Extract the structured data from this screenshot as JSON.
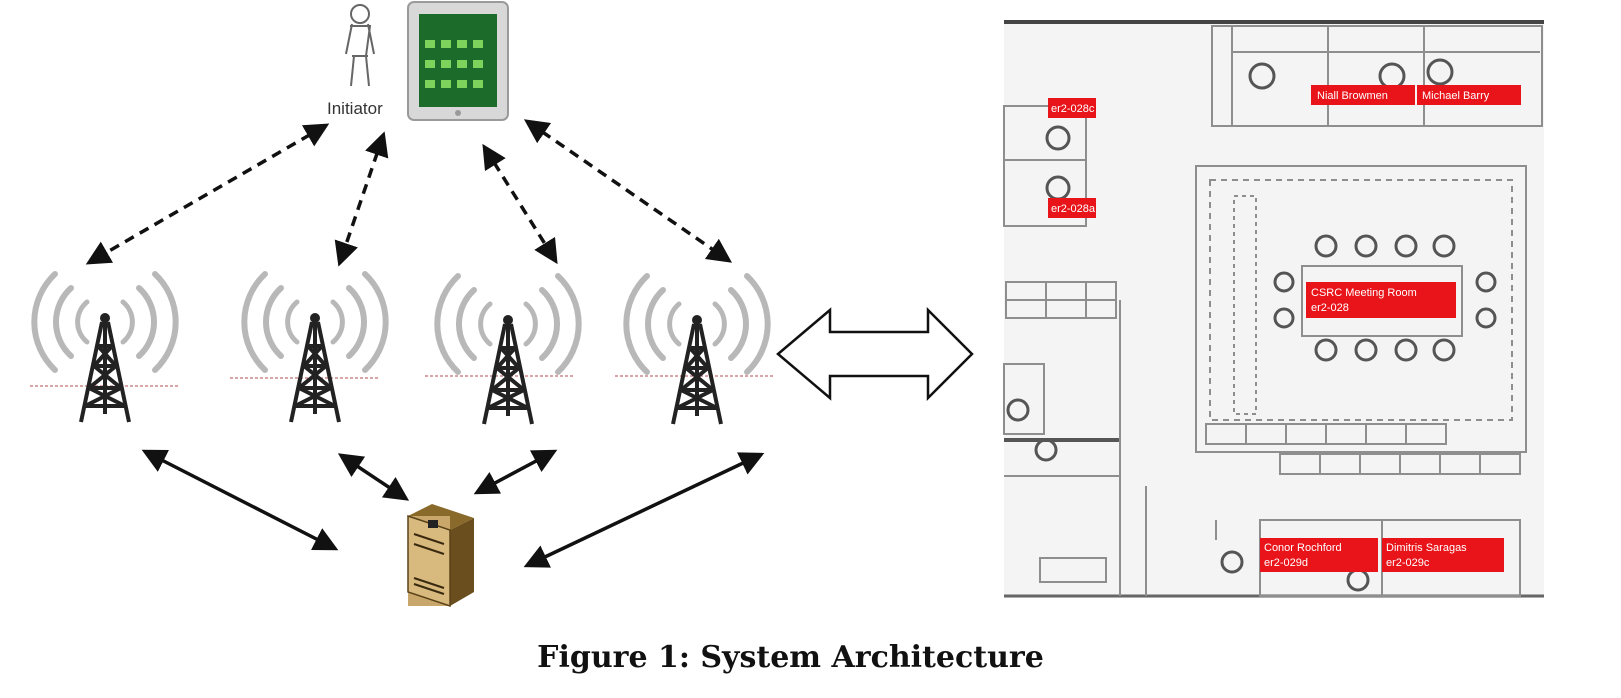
{
  "initiator_label": "Initiator",
  "caption": "Figure 1: System Architecture",
  "room_labels": [
    {
      "id": "niall",
      "text": "Niall Browmen"
    },
    {
      "id": "michael",
      "text": "Michael Barry"
    },
    {
      "id": "er2028c",
      "text": "er2-028c"
    },
    {
      "id": "er2028a",
      "text": "er2-028a"
    },
    {
      "id": "meeting1",
      "text": "CSRC Meeting Room"
    },
    {
      "id": "meeting2",
      "text": "er2-028"
    },
    {
      "id": "conor1",
      "text": "Conor Rochford"
    },
    {
      "id": "conor2",
      "text": "er2-029d"
    },
    {
      "id": "dimitris1",
      "text": "Dimitris Saragas"
    },
    {
      "id": "dimitris2",
      "text": "er2-029c"
    }
  ],
  "colors": {
    "label_bg": "#e8141a",
    "label_text": "#ffffff",
    "line": "#111111",
    "wave": "#b4b4b4",
    "floor_line": "#8a8a8a"
  },
  "icons": [
    "person-icon",
    "tablet-icon",
    "tower-icon",
    "server-icon",
    "double-arrow-icon"
  ]
}
